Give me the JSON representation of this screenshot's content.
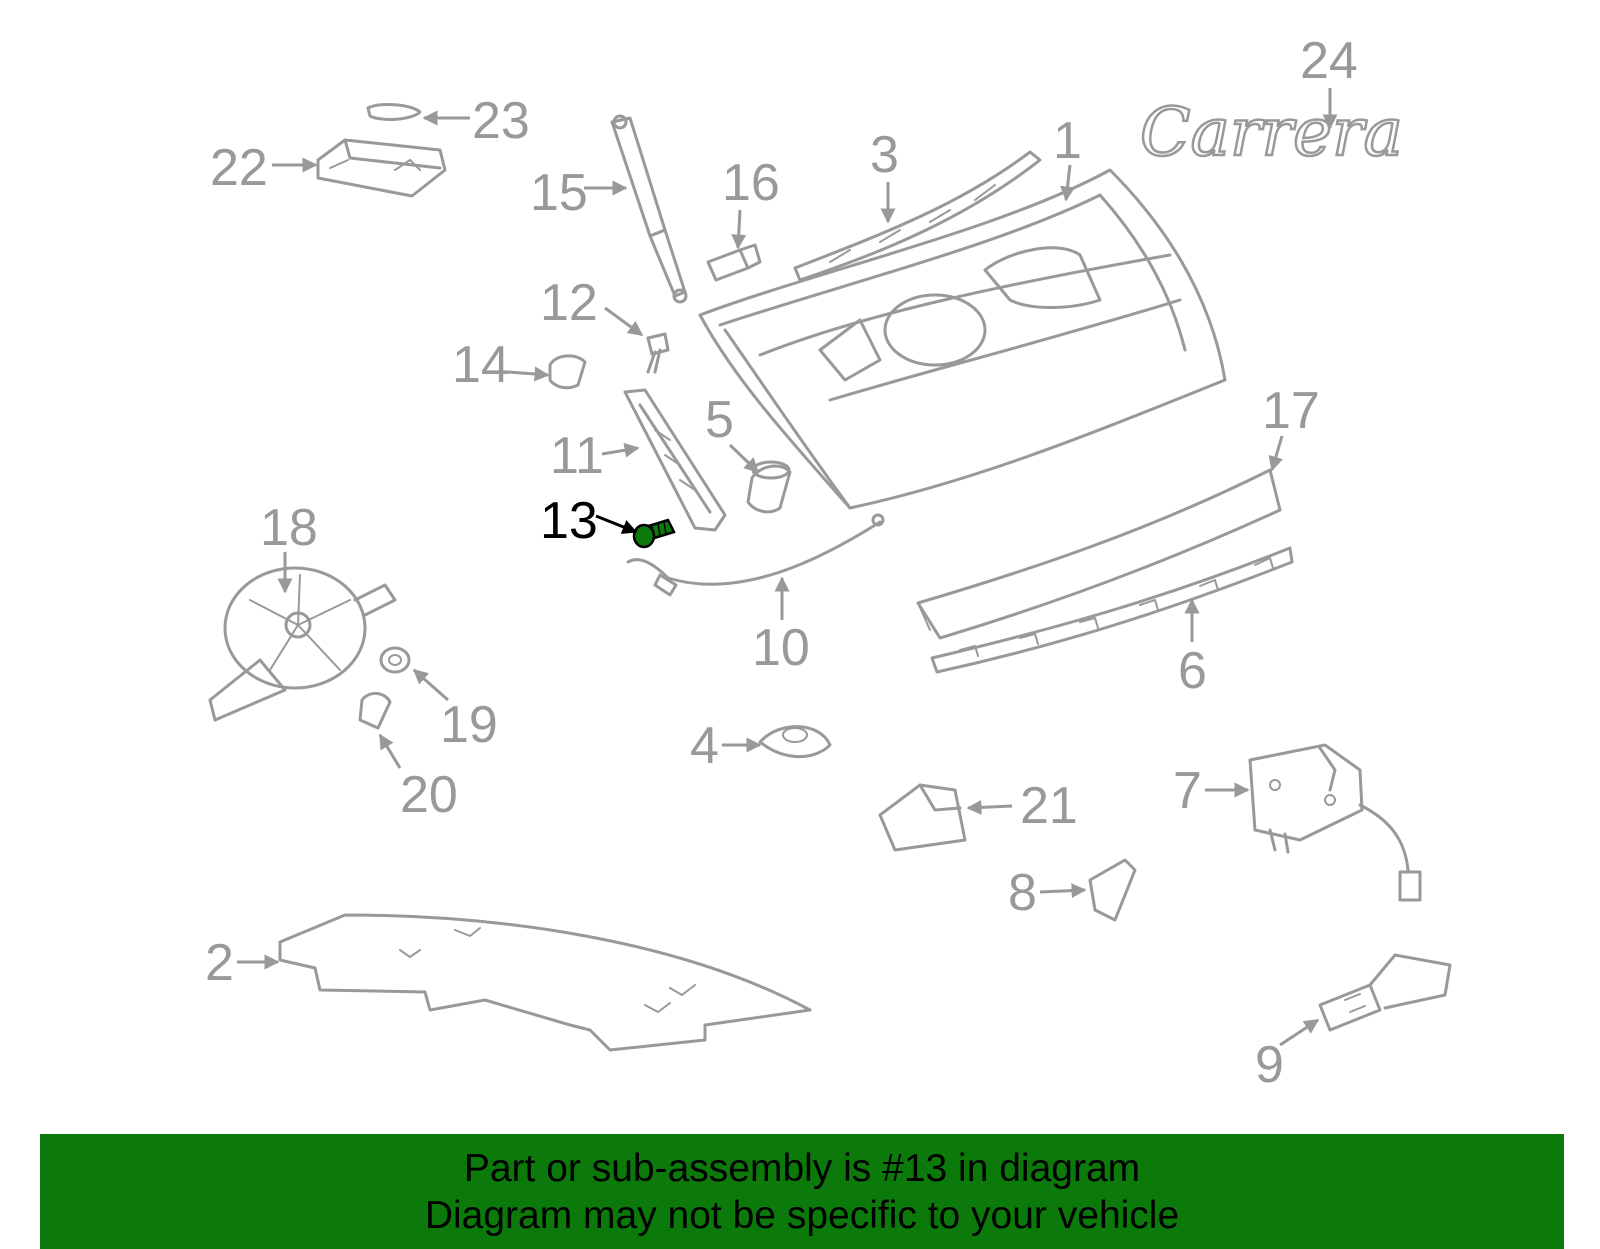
{
  "highlight_color": "#0b7a0b",
  "callout_color": "#999999",
  "highlight_text_color": "#000000",
  "highlighted_part": "13",
  "callouts": {
    "c1": "1",
    "c2": "2",
    "c3": "3",
    "c4": "4",
    "c5": "5",
    "c6": "6",
    "c7": "7",
    "c8": "8",
    "c9": "9",
    "c10": "10",
    "c11": "11",
    "c12": "12",
    "c13": "13",
    "c14": "14",
    "c15": "15",
    "c16": "16",
    "c17": "17",
    "c18": "18",
    "c19": "19",
    "c20": "20",
    "c21": "21",
    "c22": "22",
    "c23": "23",
    "c24": "24"
  },
  "emblem_text": "Carrera",
  "banner": {
    "line1": "Part or sub-assembly is #13 in diagram",
    "line2": "Diagram may not be specific to your vehicle"
  }
}
